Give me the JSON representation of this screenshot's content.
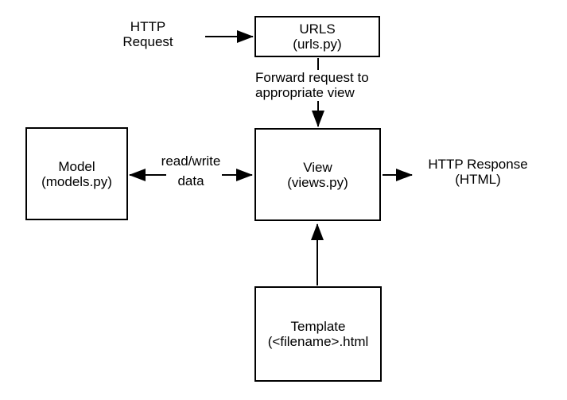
{
  "diagram": {
    "background_color": "#ffffff",
    "stroke_color": "#000000",
    "nodes": {
      "urls": {
        "title": "URLS",
        "subtitle": "(urls.py)"
      },
      "model": {
        "title": "Model",
        "subtitle": "(models.py)"
      },
      "view": {
        "title": "View",
        "subtitle": "(views.py)"
      },
      "template": {
        "title": "Template",
        "subtitle": "(<filename>.html"
      }
    },
    "labels": {
      "http_request": {
        "line1": "HTTP",
        "line2": "Request"
      },
      "forward": {
        "line1": "Forward request to",
        "line2": "appropriate view"
      },
      "read_write": {
        "line1": "read/write",
        "line2": "data"
      },
      "http_response": {
        "line1": "HTTP Response",
        "line2": "(HTML)"
      }
    }
  }
}
